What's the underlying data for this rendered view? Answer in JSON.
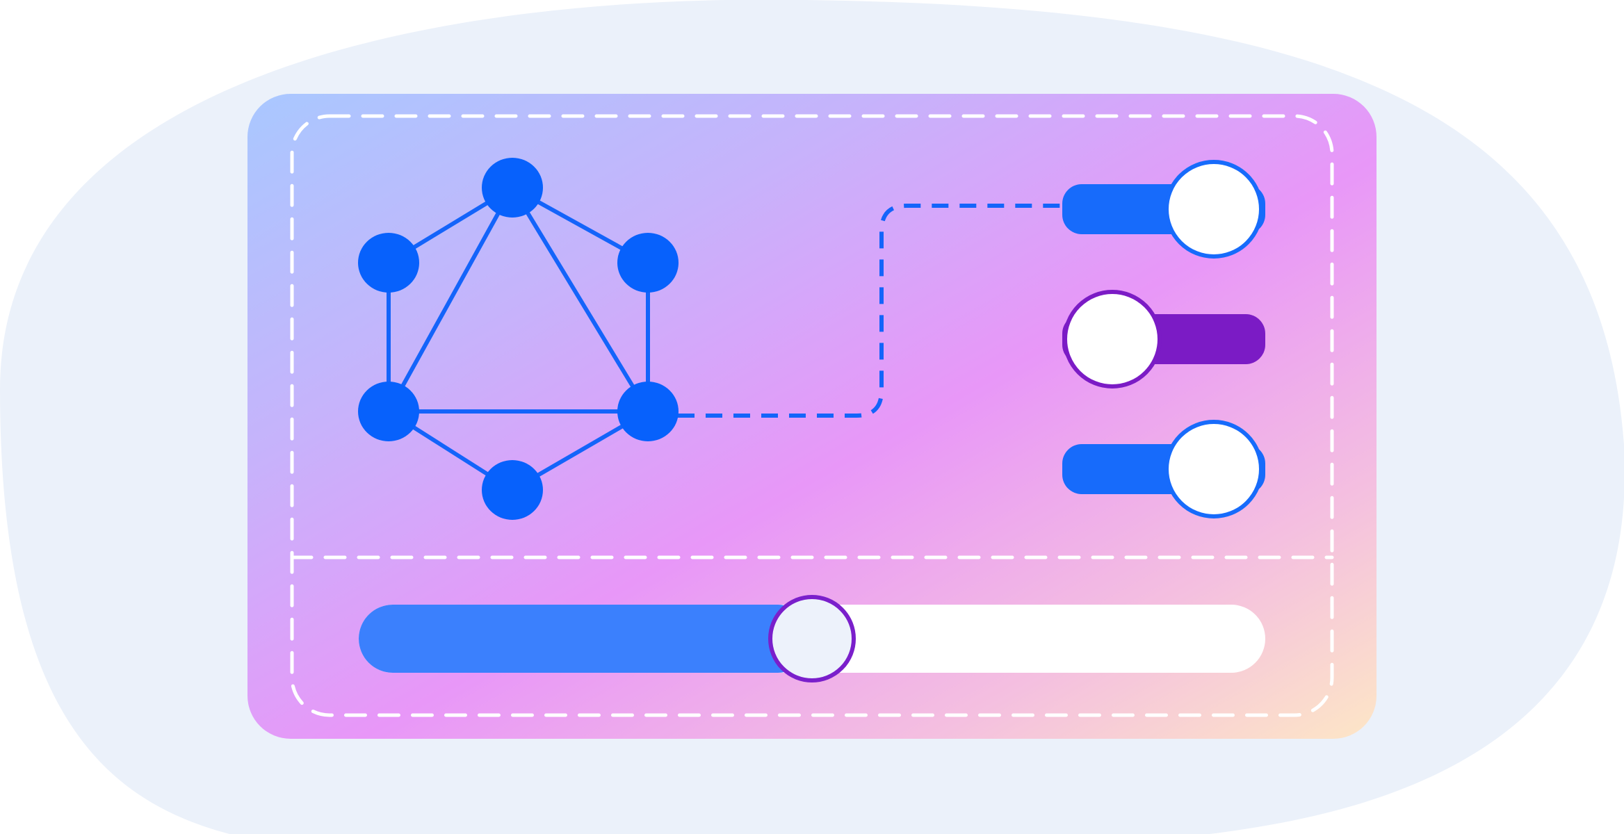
{
  "colors": {
    "backdrop": "#ebf1fa",
    "card_gradient": [
      "#a9c8ff",
      "#c6b3fb",
      "#e897f8",
      "#f4bfe0",
      "#fde6c6"
    ],
    "dashed_outline": "#ffffff",
    "graph_node": "#0761fc",
    "graph_edge": "#1464fa",
    "connector": "#1464fa",
    "toggle_blue": "#176bfb",
    "toggle_purple": "#7b1bc5",
    "knob": "#ffffff",
    "slider_fill": "#3b80fd",
    "slider_track": "#ffffff",
    "slider_thumb": "#edf2fb",
    "slider_thumb_border": "#7a1fcb"
  },
  "graph": {
    "icon": "network-graph-icon"
  },
  "toggles": [
    {
      "name": "toggle-1",
      "on": true,
      "color": "blue"
    },
    {
      "name": "toggle-2",
      "on": false,
      "color": "purple"
    },
    {
      "name": "toggle-3",
      "on": true,
      "color": "blue"
    }
  ],
  "slider": {
    "value_percent": 50
  }
}
